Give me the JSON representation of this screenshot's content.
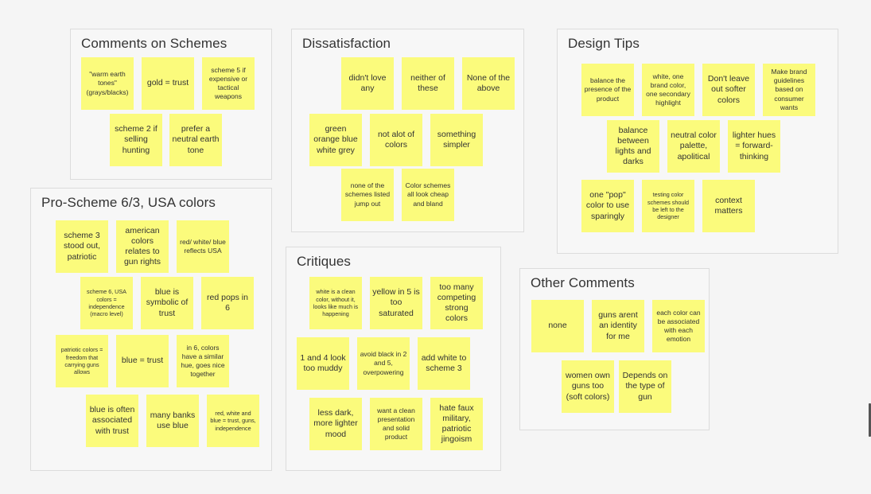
{
  "groups": {
    "comments_on_schemes": {
      "title": "Comments on Schemes",
      "notes": [
        "\"warm earth tones\" (grays/blacks)",
        "gold = trust",
        "scheme 5 if expensive or tactical weapons",
        "scheme 2 if selling hunting",
        "prefer a neutral earth tone"
      ]
    },
    "dissatisfaction": {
      "title": "Dissatisfaction",
      "notes": [
        "didn't love any",
        "neither of these",
        "None of the above",
        "green orange blue white grey",
        "not alot of colors",
        "something simpler",
        "none of the schemes listed jump out",
        "Color schemes all look cheap and bland"
      ]
    },
    "design_tips": {
      "title": "Design Tips",
      "notes": [
        "balance the presence of the product",
        "white, one brand color, one secondary highlight",
        "Don't leave out softer colors",
        "Make brand guidelines based on consumer wants",
        "balance between lights and darks",
        "neutral color palette, apolitical",
        "lighter hues = forward-thinking",
        "one \"pop\" color to use sparingly",
        "testing color schemes should be left to the designer",
        "context matters"
      ]
    },
    "pro_scheme": {
      "title": "Pro-Scheme 6/3, USA colors",
      "notes": [
        "scheme 3 stood out, patriotic",
        "american colors relates to gun rights",
        "red/ white/ blue reflects USA",
        "scheme 6, USA colors = independence (macro level)",
        "blue is symbolic of trust",
        "red pops in 6",
        "patriotic colors = freedom that carrying guns allows",
        "blue = trust",
        "in 6, colors have a similar hue, goes nice together",
        "blue is often associated with trust",
        "many banks use blue",
        "red, white and blue = trust, guns, independence"
      ]
    },
    "critiques": {
      "title": "Critiques",
      "notes": [
        "white is a clean color, without it, looks like much is happening",
        "yellow in 5 is too saturated",
        "too many competing strong colors",
        "1 and 4 look too muddy",
        "avoid black in 2 and 5, overpowering",
        "add white to scheme 3",
        "less dark, more lighter mood",
        "want a clean presentation and solid product",
        "hate faux military, patriotic jingoism"
      ]
    },
    "other_comments": {
      "title": "Other Comments",
      "notes": [
        "none",
        "guns arent an identity for me",
        "each color can be associated with each emotion",
        "women own guns too (soft colors)",
        "Depends on the type of gun"
      ]
    }
  },
  "colors": {
    "sticky": "#fbfb7c",
    "frame_border": "#dcdcdc",
    "background": "#f5f5f5"
  }
}
